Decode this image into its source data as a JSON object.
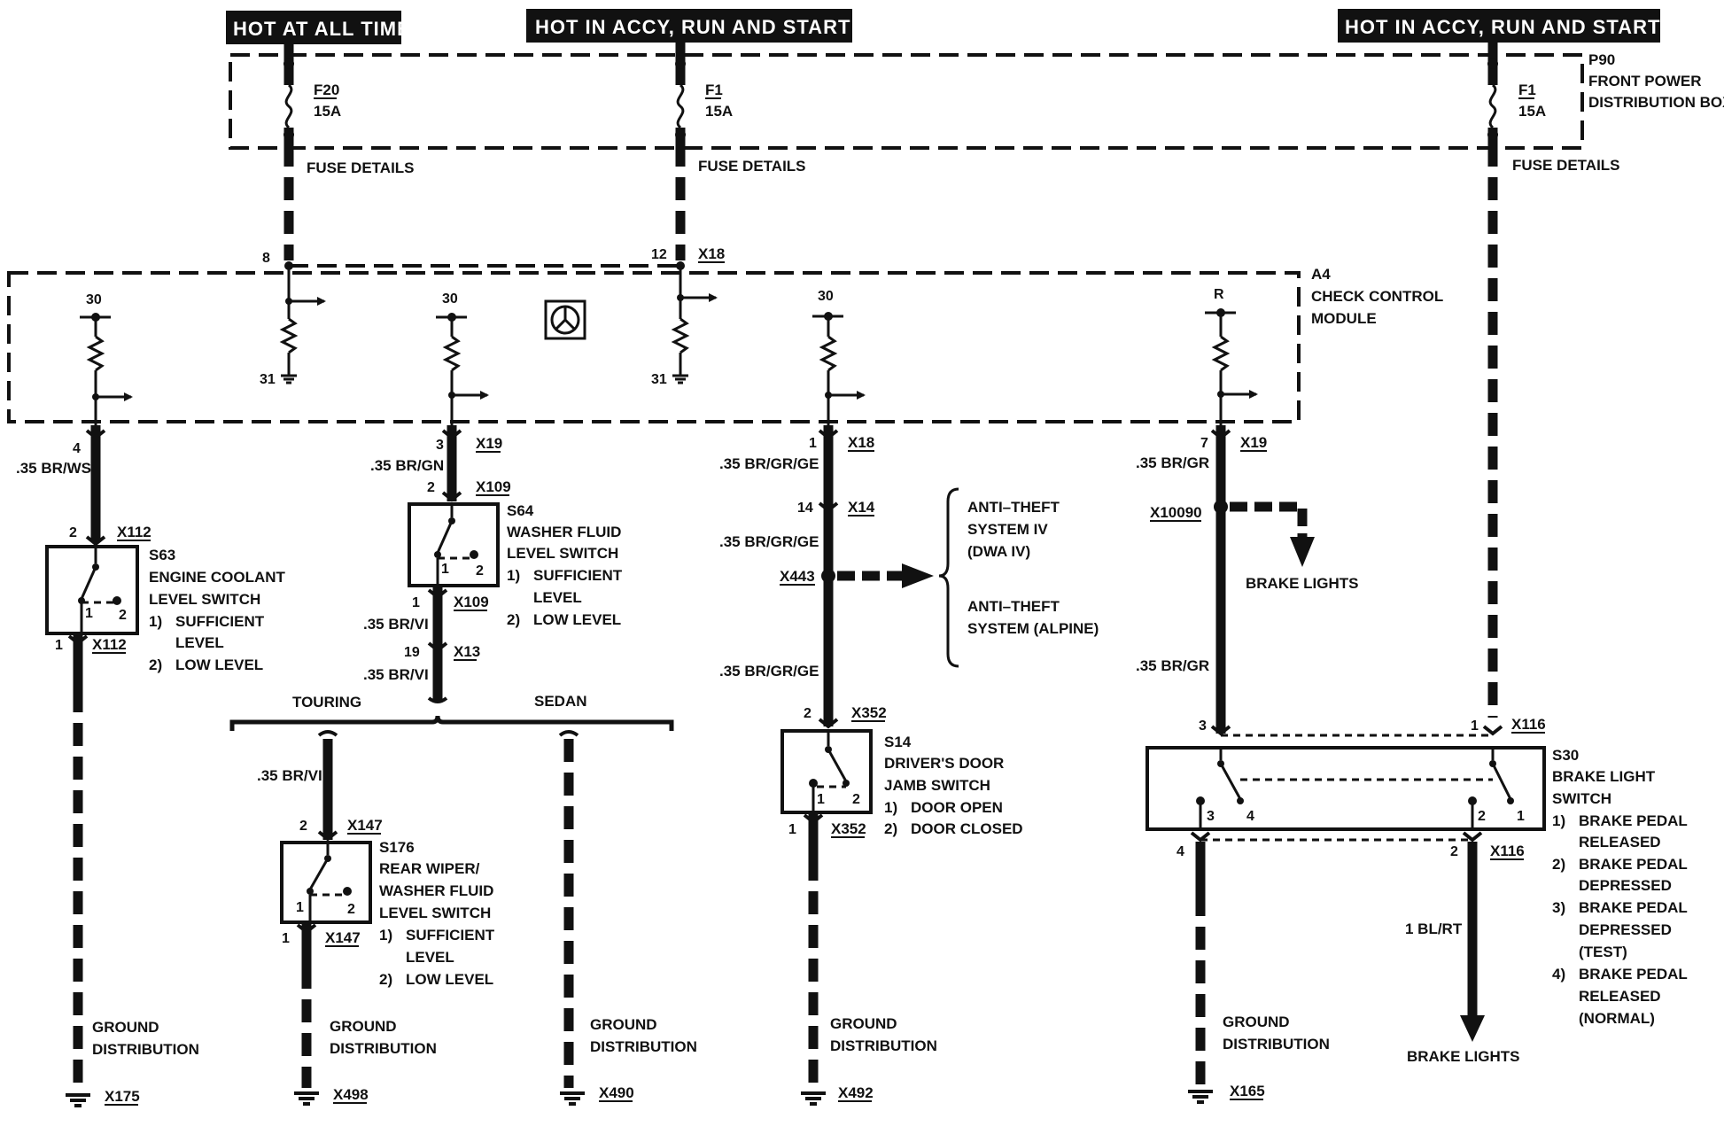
{
  "banners": {
    "hot_at_all_times": "HOT AT ALL TIMES",
    "hot_accy_1": "HOT IN ACCY, RUN AND START",
    "hot_accy_2": "HOT IN ACCY, RUN AND START"
  },
  "fuse_box": {
    "id": "P90",
    "name_line1": "FRONT POWER",
    "name_line2": "DISTRIBUTION BOX",
    "fuses": [
      {
        "id": "F20",
        "rating": "15A",
        "details": "FUSE DETAILS"
      },
      {
        "id": "F1",
        "rating": "15A",
        "details": "FUSE DETAILS"
      },
      {
        "id": "F1",
        "rating": "15A",
        "details": "FUSE DETAILS"
      }
    ]
  },
  "module": {
    "id": "A4",
    "name_line1": "CHECK CONTROL",
    "name_line2": "MODULE",
    "in_pin_1": "8",
    "in_pin_2": "12",
    "in_connector_2": "X18",
    "ground_1": "31",
    "ground_2": "31",
    "term_1": "30",
    "term_2": "30",
    "term_3": "30",
    "term_4": "R"
  },
  "circuit1": {
    "pin_out": "4",
    "wire": ".35 BR/WS",
    "pin_top": "2",
    "conn_top": "X112",
    "switch_id": "S63",
    "switch_name1": "ENGINE COOLANT",
    "switch_name2": "LEVEL SWITCH",
    "opt1": "1)",
    "opt1_text1": "SUFFICIENT",
    "opt1_text2": "LEVEL",
    "opt2": "2)",
    "opt2_text": "LOW LEVEL",
    "sw_pin1": "1",
    "sw_pin2": "2",
    "pin_bot": "1",
    "conn_bot": "X112",
    "ground_text1": "GROUND",
    "ground_text2": "DISTRIBUTION",
    "ground_conn": "X175"
  },
  "circuit2": {
    "pin_out": "3",
    "conn_out": "X19",
    "wire1": ".35 BR/GN",
    "pin_top": "2",
    "conn_top": "X109",
    "switch_id": "S64",
    "switch_name1": "WASHER FLUID",
    "switch_name2": "LEVEL SWITCH",
    "opt1": "1)",
    "opt1_text1": "SUFFICIENT",
    "opt1_text2": "LEVEL",
    "opt2": "2)",
    "opt2_text": "LOW LEVEL",
    "sw_pin1": "1",
    "sw_pin2": "2",
    "pin_bot": "1",
    "conn_bot": "X109",
    "wire2": ".35 BR/VI",
    "pin_x13": "19",
    "conn_x13": "X13",
    "wire3": ".35 BR/VI",
    "branch_left": "TOURING",
    "branch_right": "SEDAN",
    "wire4": ".35 BR/VI",
    "pin_s176_top": "2",
    "conn_s176_top": "X147",
    "s176_id": "S176",
    "s176_name1": "REAR WIPER/",
    "s176_name2": "WASHER FLUID",
    "s176_name3": "LEVEL SWITCH",
    "s176_opt1": "1)",
    "s176_opt1_text1": "SUFFICIENT",
    "s176_opt1_text2": "LEVEL",
    "s176_opt2": "2)",
    "s176_opt2_text": "LOW LEVEL",
    "s176_pin1": "1",
    "s176_pin2": "2",
    "pin_s176_bot": "1",
    "conn_s176_bot": "X147",
    "ground_a_text1": "GROUND",
    "ground_a_text2": "DISTRIBUTION",
    "ground_a_conn": "X498",
    "ground_b_text1": "GROUND",
    "ground_b_text2": "DISTRIBUTION",
    "ground_b_conn": "X490"
  },
  "circuit3": {
    "pin_out": "1",
    "conn_out": "X18",
    "wire1": ".35 BR/GR/GE",
    "pin_x14": "14",
    "conn_x14": "X14",
    "wire2": ".35 BR/GR/GE",
    "splice": "X443",
    "anti_theft1_l1": "ANTI–THEFT",
    "anti_theft1_l2": "SYSTEM IV",
    "anti_theft1_l3": "(DWA IV)",
    "anti_theft2_l1": "ANTI–THEFT",
    "anti_theft2_l2": "SYSTEM (ALPINE)",
    "wire3": ".35 BR/GR/GE",
    "pin_top": "2",
    "conn_top": "X352",
    "switch_id": "S14",
    "switch_name1": "DRIVER'S DOOR",
    "switch_name2": "JAMB SWITCH",
    "opt1": "1)",
    "opt1_text": "DOOR OPEN",
    "opt2": "2)",
    "opt2_text": "DOOR CLOSED",
    "sw_pin1": "1",
    "sw_pin2": "2",
    "pin_bot": "1",
    "conn_bot": "X352",
    "ground_text1": "GROUND",
    "ground_text2": "DISTRIBUTION",
    "ground_conn": "X492"
  },
  "circuit4": {
    "pin_out": "7",
    "conn_out": "X19",
    "wire1": ".35 BR/GR",
    "splice": "X10090",
    "brake_lights_1": "BRAKE LIGHTS",
    "wire2": ".35 BR/GR",
    "pin_left": "3",
    "pin_right": "1",
    "conn_right": "X116",
    "switch_id": "S30",
    "switch_name1": "BRAKE LIGHT",
    "switch_name2": "SWITCH",
    "sw_pin3": "3",
    "sw_pin4": "4",
    "sw_pin2": "2",
    "sw_pin1": "1",
    "opt1": "1)",
    "opt1_l1": "BRAKE PEDAL",
    "opt1_l2": "RELEASED",
    "opt2": "2)",
    "opt2_l1": "BRAKE PEDAL",
    "opt2_l2": "DEPRESSED",
    "opt3": "3)",
    "opt3_l1": "BRAKE PEDAL",
    "opt3_l2": "DEPRESSED",
    "opt3_l3": "(TEST)",
    "opt4": "4)",
    "opt4_l1": "BRAKE PEDAL",
    "opt4_l2": "RELEASED",
    "opt4_l3": "(NORMAL)",
    "pin_bot_left": "4",
    "pin_bot_right": "2",
    "conn_bot_right": "X116",
    "wire3": "1 BL/RT",
    "brake_lights_2": "BRAKE LIGHTS",
    "ground_text1": "GROUND",
    "ground_text2": "DISTRIBUTION",
    "ground_conn": "X165"
  }
}
